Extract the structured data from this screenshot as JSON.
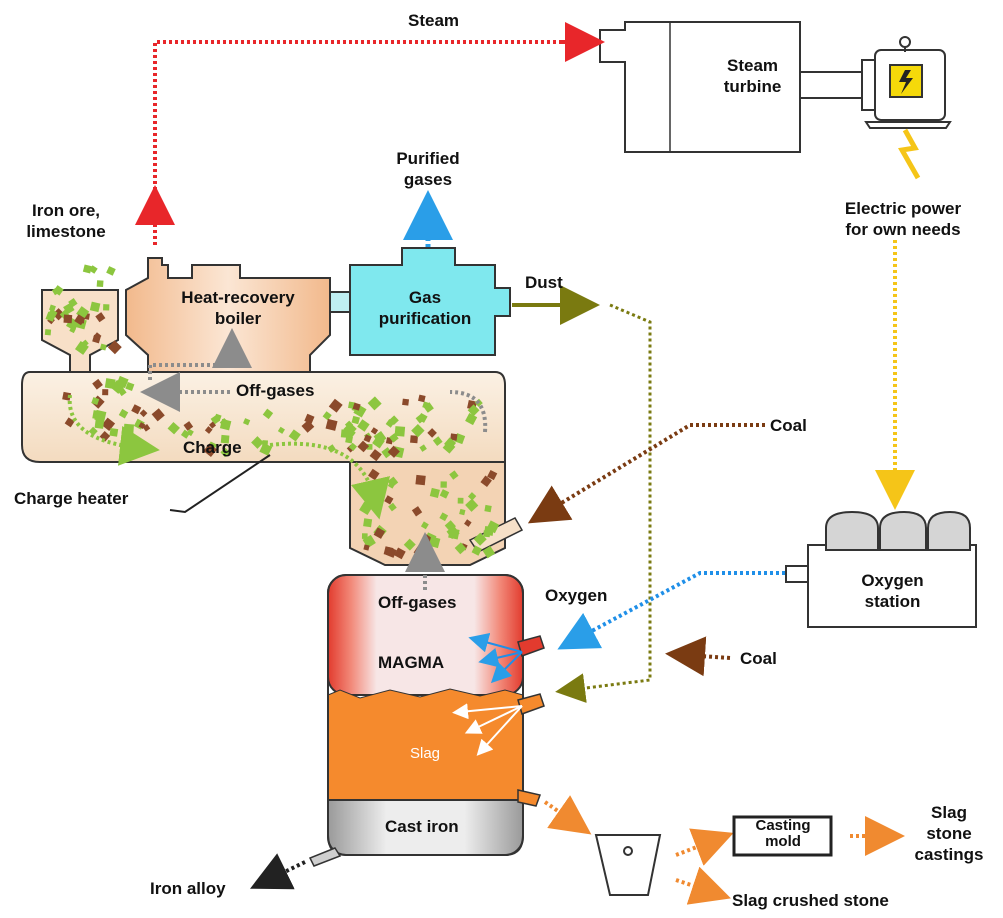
{
  "labels": {
    "steam": "Steam",
    "steam_turbine": "Steam\nturbine",
    "purified_gases": "Purified\ngases",
    "electric_power": "Electric power\nfor own needs",
    "iron_ore": "Iron ore,\nlimestone",
    "heat_recovery_boiler": "Heat-recovery\nboiler",
    "gas_purification": "Gas\npurification",
    "dust": "Dust",
    "off_gases_top": "Off-gases",
    "charge": "Charge",
    "coal_top": "Coal",
    "charge_heater": "Charge heater",
    "oxygen_station": "Oxygen\nstation",
    "off_gases_furnace": "Off-gases",
    "oxygen": "Oxygen",
    "magma": "MAGMA",
    "coal_bottom": "Coal",
    "slag": "Slag",
    "cast_iron": "Cast iron",
    "casting_mold": "Casting\nmold",
    "slag_stone_castings": "Slag\nstone\ncastings",
    "iron_alloy": "Iron alloy",
    "slag_crushed_stone": "Slag crushed stone"
  },
  "colors": {
    "steam_arrow": "#e8262a",
    "purified_arrow": "#2a9ee8",
    "electric_arrow": "#f5c518",
    "dust_arrow": "#7a7a10",
    "coal_arrow": "#7a3b12",
    "oxygen_arrow": "#1f8fe8",
    "offgas_arrow": "#8c8c8c",
    "charge_arrow": "#8cc63f",
    "slag_flow": "#f08a30",
    "boiler_fill": "#f6c9a6",
    "gas_purif_fill": "#7fe8ee",
    "heater_fill": "#f4e4cc",
    "slag_fill": "#f58a2d",
    "magma_fill": "#f6e5e5",
    "iron_fill": "#c7c7c7"
  },
  "icons": [
    "lightning-icon",
    "oxygen-tank-icon",
    "ladle-icon"
  ]
}
